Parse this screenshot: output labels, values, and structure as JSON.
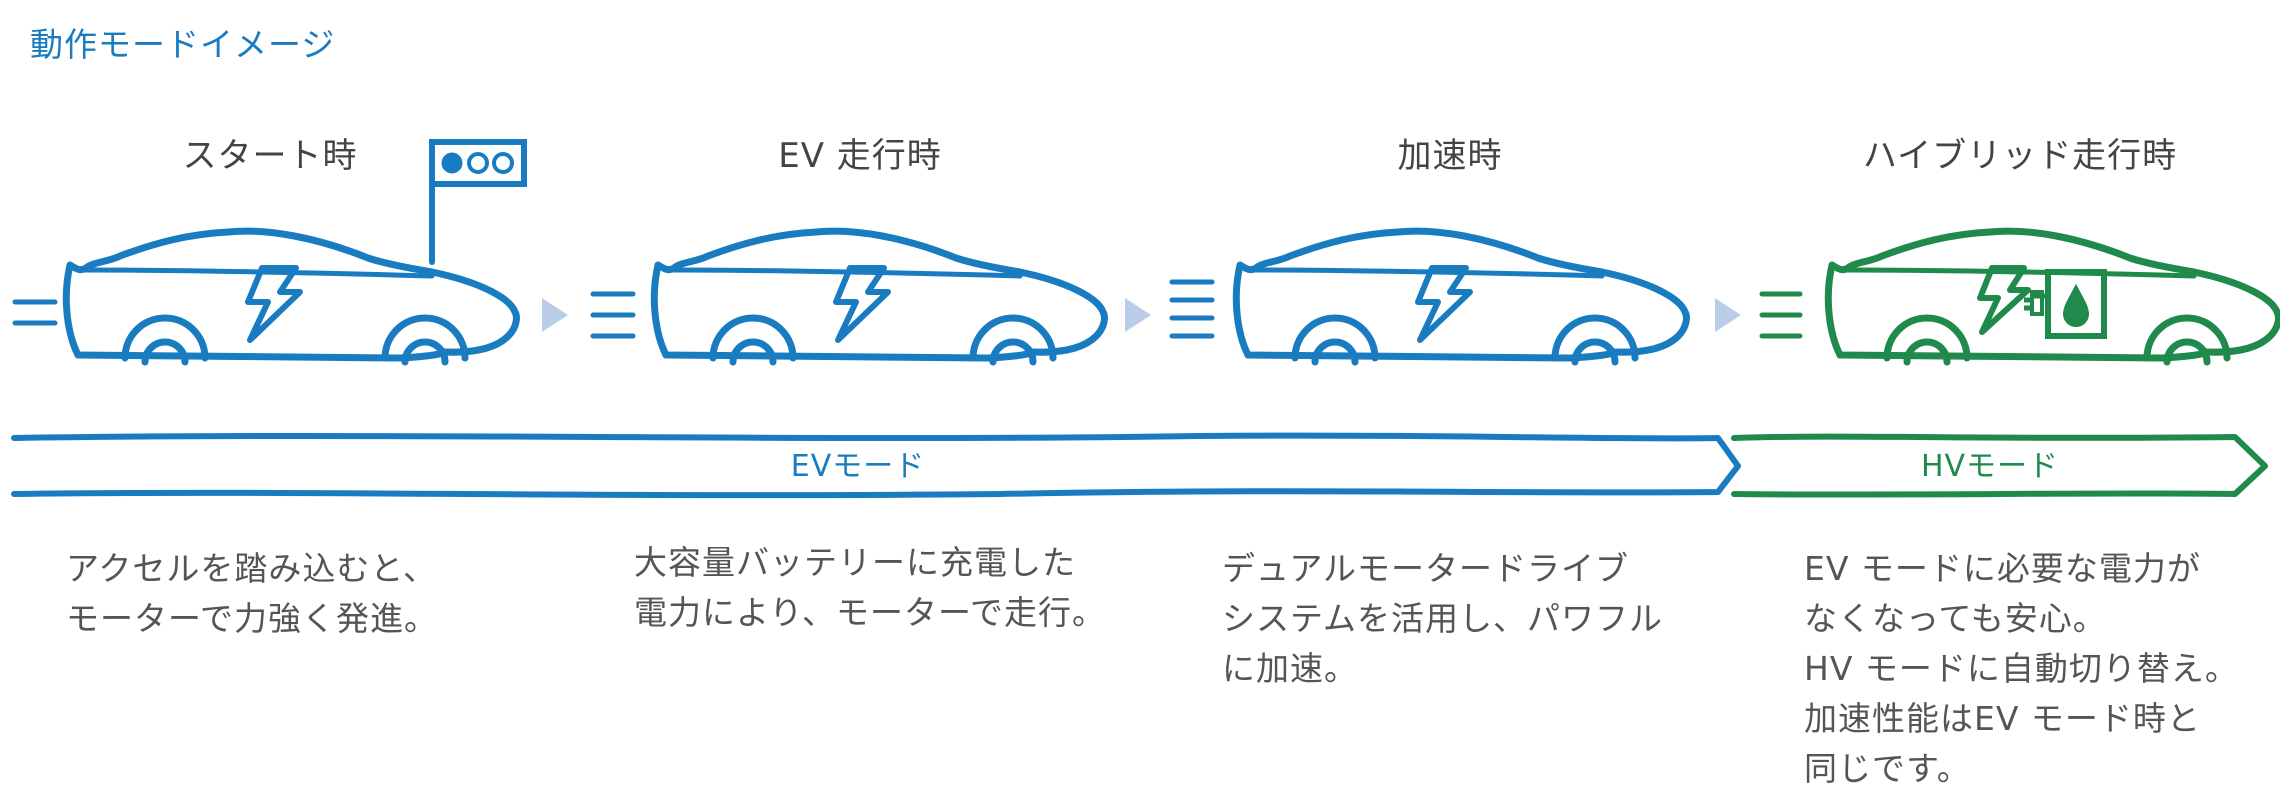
{
  "title": "動作モードイメージ",
  "stages": [
    {
      "label": "スタート時",
      "description": [
        "アクセルを踏み込むと、",
        "モーターで力強く発進。"
      ]
    },
    {
      "label": "EV 走行時",
      "description": [
        "大容量バッテリーに充電した",
        "電力により、モーターで走行。"
      ]
    },
    {
      "label": "加速時",
      "description": [
        "デュアルモータードライブ",
        "システムを活用し、パワフル",
        "に加速。"
      ]
    },
    {
      "label": "ハイブリッド走行時",
      "description": [
        "EV モードに必要な電力が",
        "なくなっても安心。",
        "HV モードに自動切り替え。",
        "加速性能はEV モード時と",
        "同じです。"
      ]
    }
  ],
  "modes": {
    "ev": "EVモード",
    "hv": "HVモード"
  },
  "colors": {
    "blue": "#1a7cc0",
    "green": "#1f8a4c",
    "arrow": "#b9cde8",
    "text": "#555555"
  }
}
